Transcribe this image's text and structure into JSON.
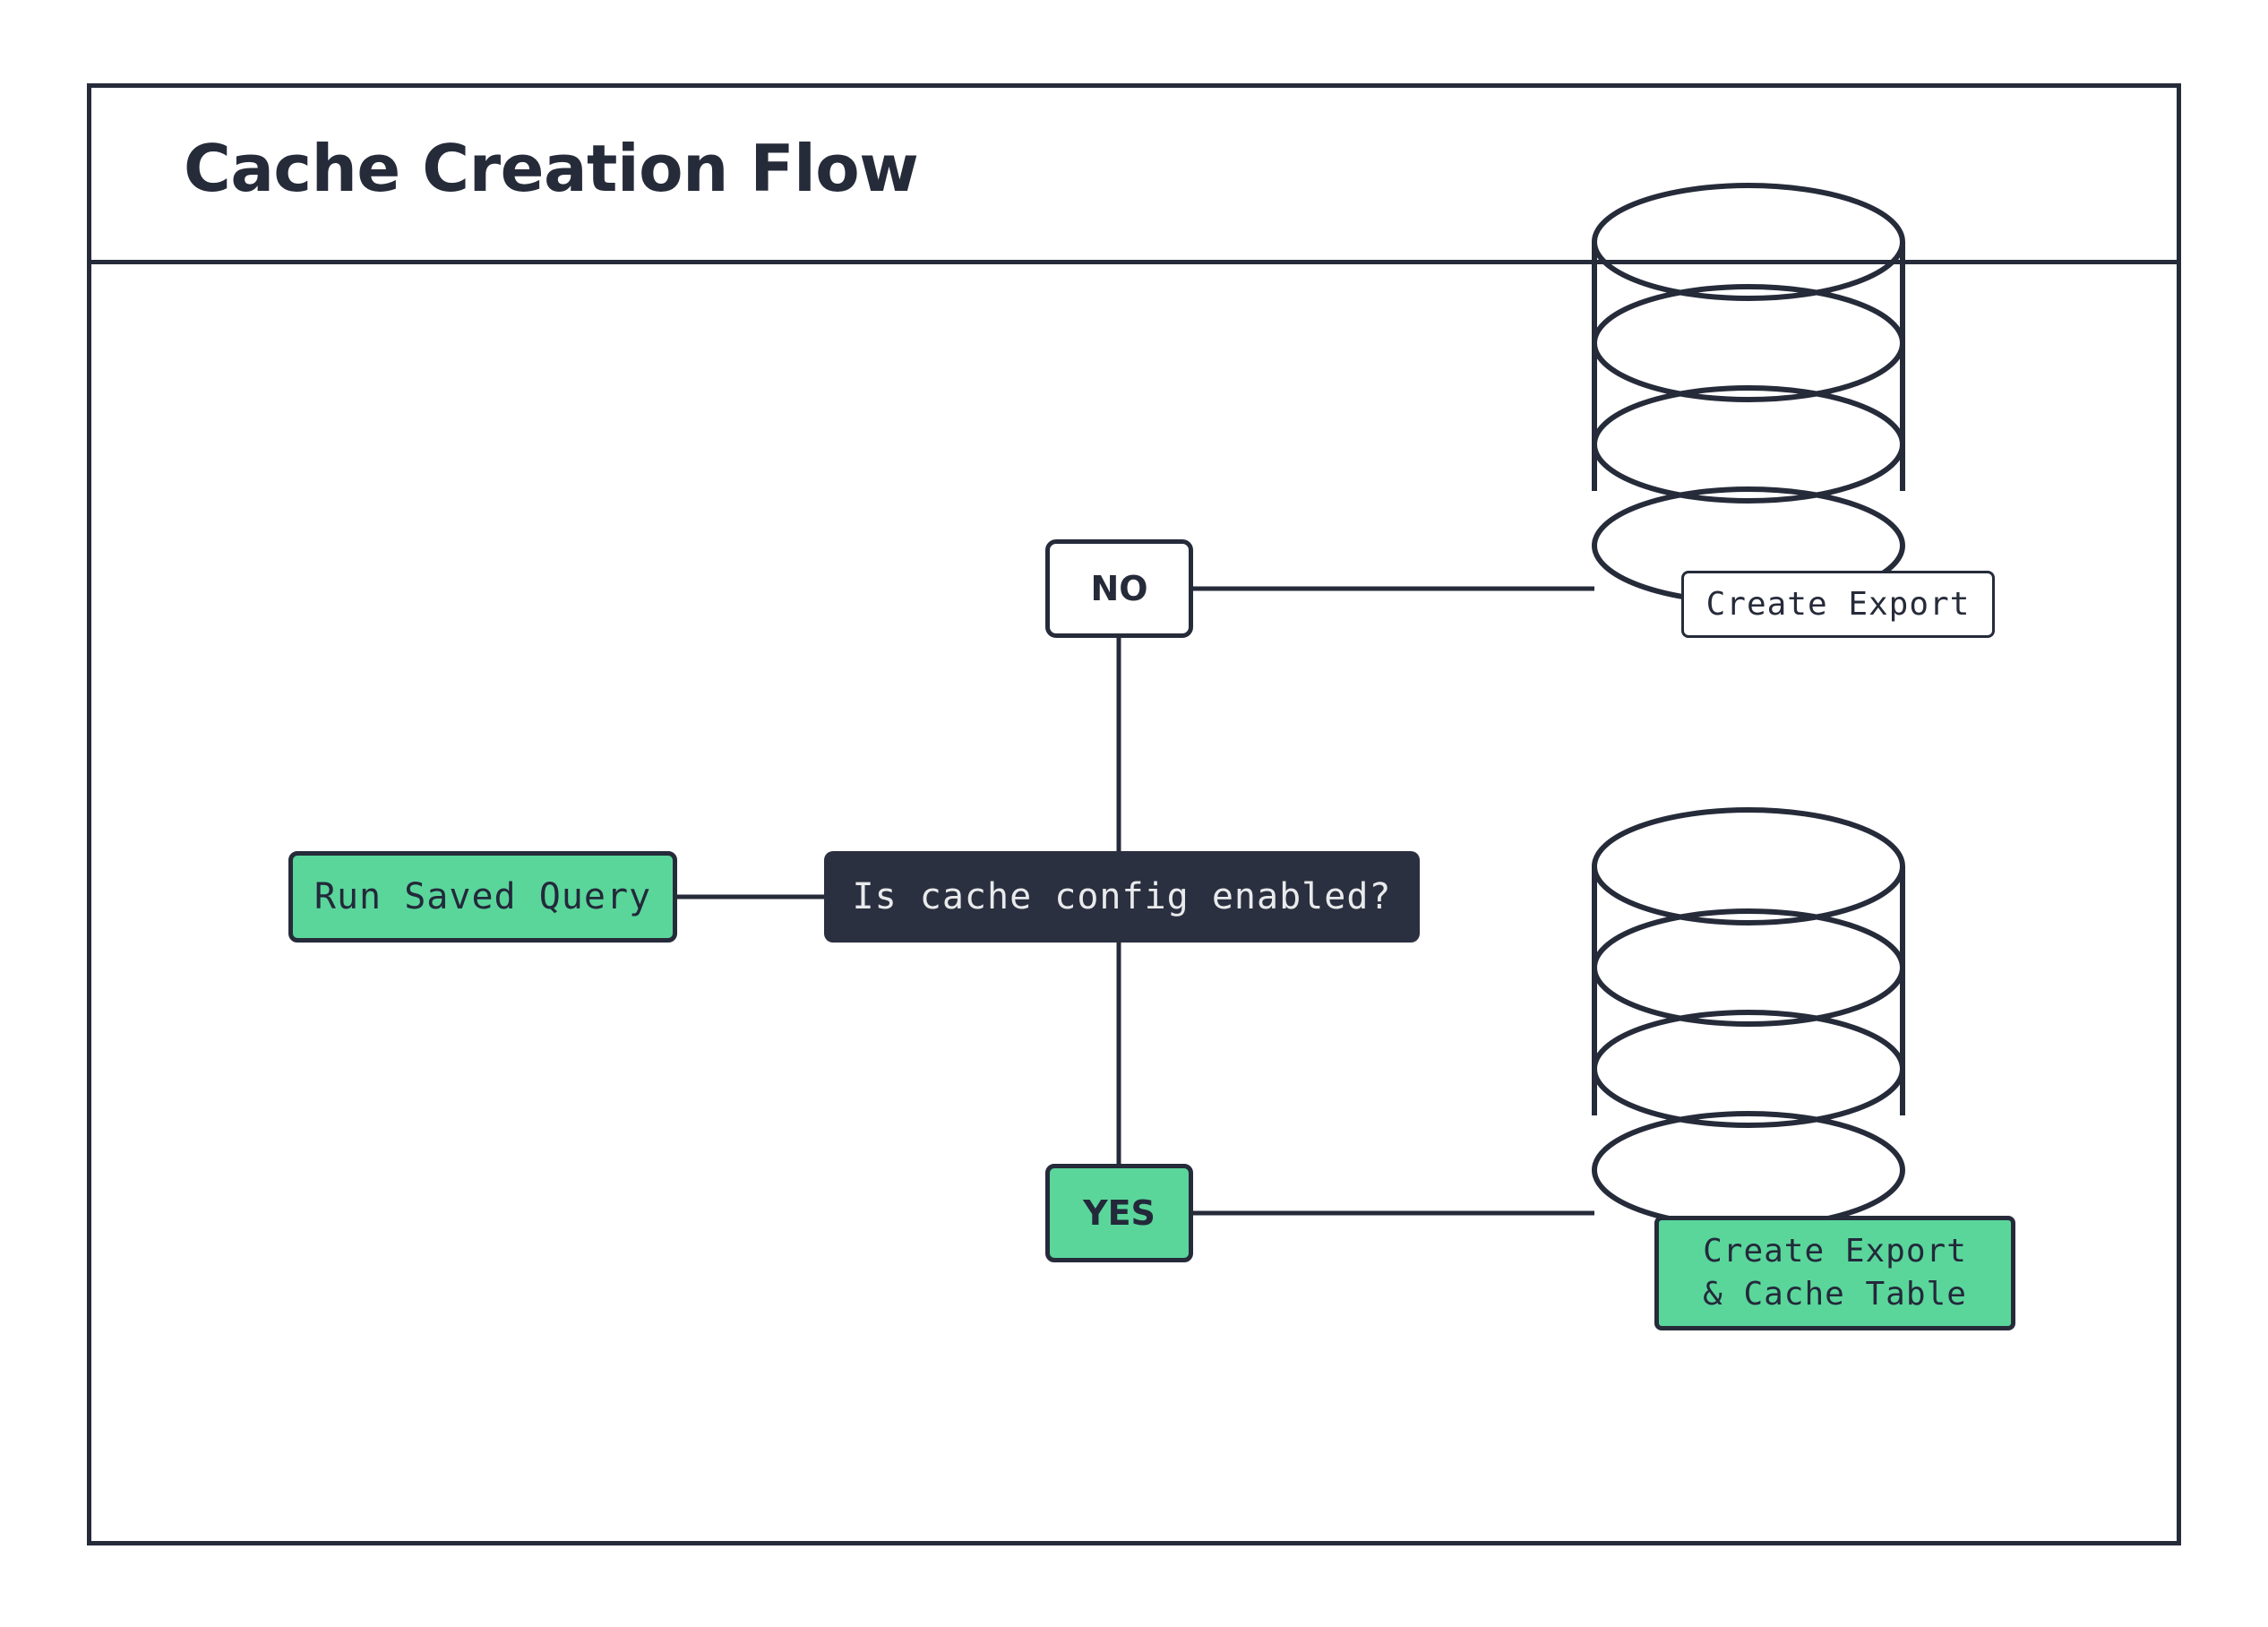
{
  "diagram": {
    "title": "Cache Creation Flow",
    "colors": {
      "ink": "#262b3a",
      "accent_green": "#5ad69b",
      "dark_fill": "#2b3040",
      "paper": "#ffffff"
    },
    "nodes": {
      "start": {
        "label": "Run Saved Query",
        "shape": "rounded-rect",
        "fill": "green"
      },
      "decision": {
        "label": "Is cache config enabled?",
        "shape": "rounded-rect",
        "fill": "dark"
      },
      "branch_no": {
        "label": "NO",
        "shape": "rounded-rect",
        "fill": "white"
      },
      "branch_yes": {
        "label": "YES",
        "shape": "rounded-rect",
        "fill": "green"
      },
      "db_top": {
        "label": "Create Export",
        "shape": "database-cylinder",
        "fill": "white"
      },
      "db_bottom": {
        "label": "Create Export\n& Cache Table",
        "shape": "database-cylinder",
        "fill": "green"
      }
    },
    "edges": [
      {
        "from": "start",
        "to": "decision"
      },
      {
        "from": "decision",
        "to": "branch_no"
      },
      {
        "from": "decision",
        "to": "branch_yes"
      },
      {
        "from": "branch_no",
        "to": "db_top"
      },
      {
        "from": "branch_yes",
        "to": "db_bottom"
      }
    ]
  }
}
